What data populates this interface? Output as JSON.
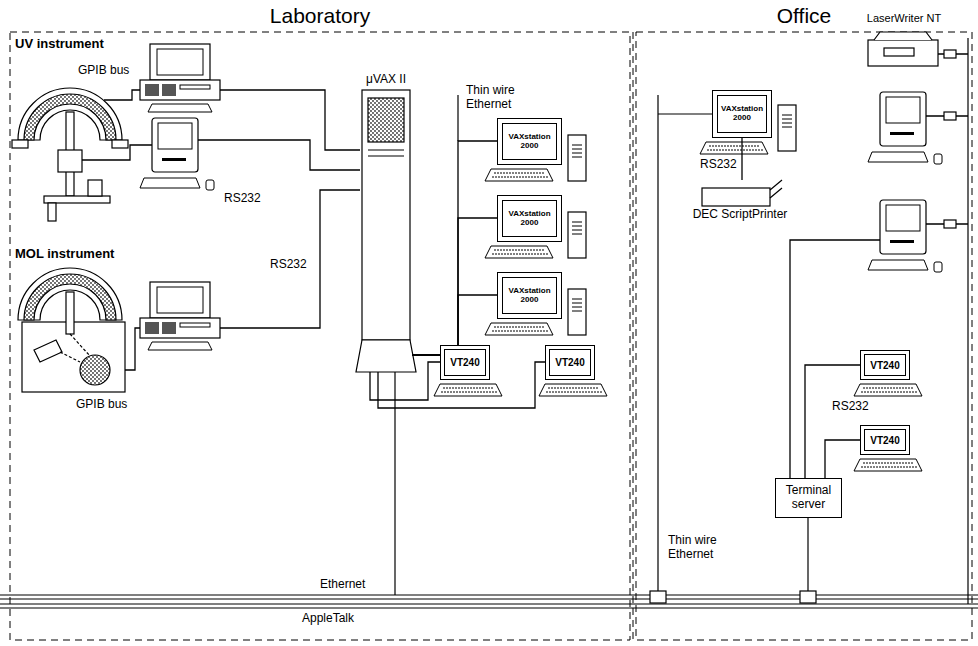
{
  "diagram": {
    "nodes": [
      {
        "text": [
          "Laboratory"
        ]
      },
      {
        "text": [
          "UV instrument"
        ],
        "in": 0
      },
      {
        "text": [
          "MOL instrument"
        ],
        "in": 0
      },
      {
        "text": [
          "μVAX II"
        ],
        "in": 0
      },
      {
        "text": [
          "VAXstation 2000"
        ],
        "in": 0
      },
      {
        "text": [
          "VAXstation 2000"
        ],
        "in": 0
      },
      {
        "text": [
          "VAXstation 2000"
        ],
        "in": 0
      },
      {
        "text": [
          "VT240"
        ],
        "in": 0
      },
      {
        "text": [
          "VT240"
        ],
        "in": 0
      },
      {
        "text": [
          "Office"
        ]
      },
      {
        "text": [
          "LaserWriter NT"
        ],
        "in": 9
      },
      {
        "text": [
          "VAXstation 2000"
        ],
        "in": 9
      },
      {
        "text": [
          "DEC ScriptPrinter"
        ],
        "in": 9
      },
      {
        "text": [
          "VT240"
        ],
        "in": 9
      },
      {
        "text": [
          "VT240"
        ],
        "in": 9
      },
      {
        "text": [
          "Terminal server"
        ],
        "in": 9
      }
    ],
    "edges": [
      {
        "from": 3,
        "to": 4,
        "arrow": "none"
      },
      {
        "from": 3,
        "to": 5,
        "arrow": "none"
      },
      {
        "from": 3,
        "to": 6,
        "arrow": "none"
      },
      {
        "from": 3,
        "to": 7,
        "arrow": "none"
      },
      {
        "from": 3,
        "to": 8,
        "arrow": "none"
      },
      {
        "from": 11,
        "to": 12,
        "arrow": "none"
      },
      {
        "from": 15,
        "to": 13,
        "arrow": "none"
      },
      {
        "from": 15,
        "to": 14,
        "arrow": "none"
      }
    ],
    "labels": [
      "GPIB bus",
      "RS232",
      "GPIB bus",
      "RS232",
      "Thin wire Ethernet",
      "Ethernet",
      "AppleTalk",
      "RS232",
      "RS232",
      "Thin wire Ethernet"
    ]
  }
}
